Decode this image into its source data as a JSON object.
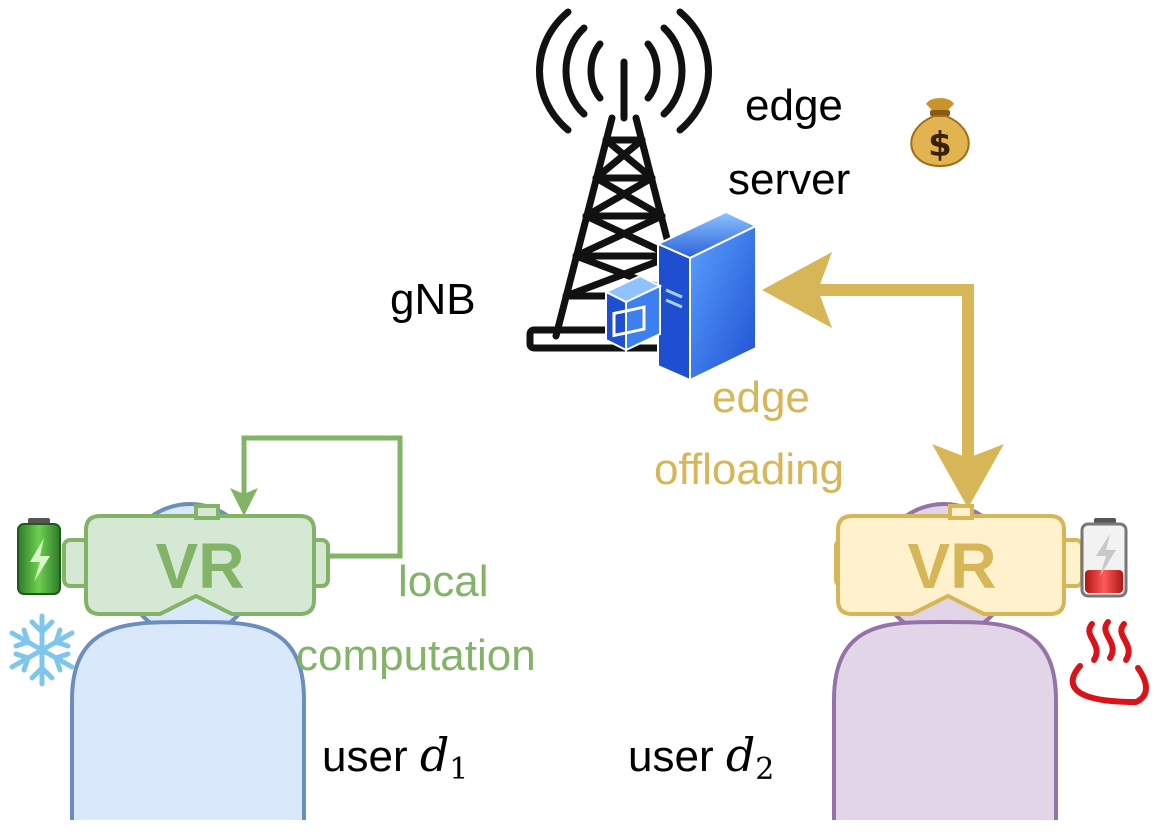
{
  "labels": {
    "gnb": "gNB",
    "edge_server": [
      "edge",
      "server"
    ],
    "edge_offloading": [
      "edge",
      "offloading"
    ],
    "local_computation": [
      "local",
      "computation"
    ],
    "user1_prefix": "user",
    "user1_var": "d",
    "user1_sub": "1",
    "user2_prefix": "user",
    "user2_var": "d",
    "user2_sub": "2",
    "vr_text": "VR"
  },
  "icons": {
    "antenna": "cell-tower-icon",
    "server": "edge-server-icon",
    "money": "money-bag-icon",
    "battery_full": "battery-full-icon",
    "battery_low": "battery-low-icon",
    "snowflake": "snowflake-icon",
    "heat": "hot-springs-icon"
  },
  "colors": {
    "green": "#82b366",
    "green_fill": "#d5e8d4",
    "gold": "#d6b656",
    "gold_fill": "#fff2cc",
    "blue": "#6c8ebf",
    "blue_fill": "#dae8fc",
    "purple": "#9673a6",
    "purple_fill": "#e1d5e7",
    "server_blue": "#2e6fe0"
  }
}
